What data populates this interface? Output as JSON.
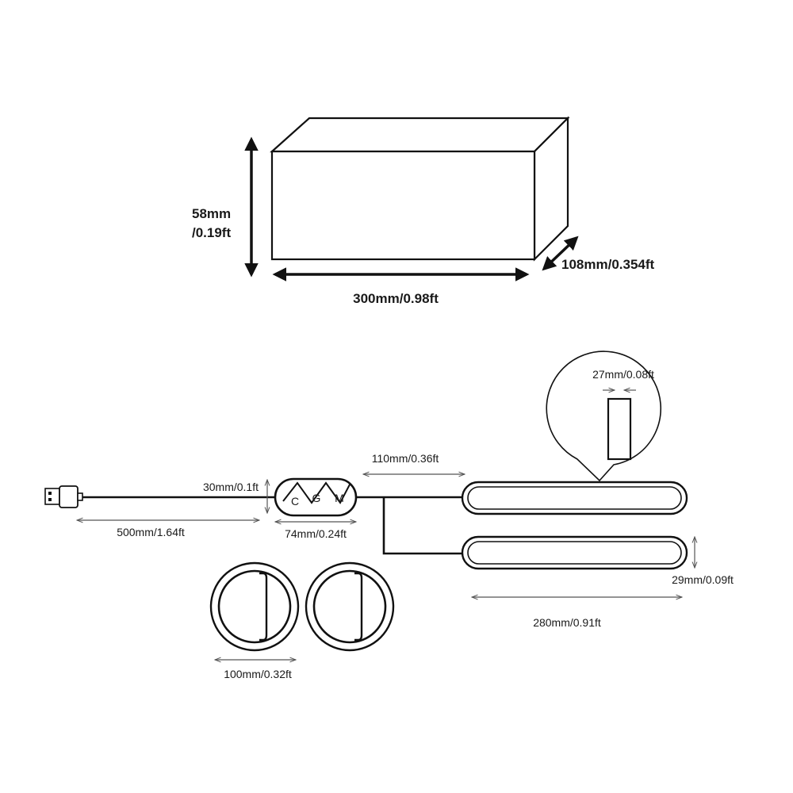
{
  "box": {
    "height_label_line1": "58mm",
    "height_label_line2": "/0.19ft",
    "length_label": "300mm/0.98ft",
    "depth_label": "108mm/0.354ft"
  },
  "cable": {
    "usb_cable_length_label": "500mm/1.64ft",
    "controller_height_label": "30mm/0.1ft",
    "controller_width_label": "74mm/0.24ft",
    "branch_length_label": "110mm/0.36ft"
  },
  "controller": {
    "button_symbols": [
      "C",
      "G",
      "M"
    ]
  },
  "pads": {
    "strip_length_label": "280mm/0.91ft",
    "strip_height_label": "29mm/0.09ft",
    "strip_thickness_label": "27mm/0.08ft",
    "disc_diameter_label": "100mm/0.32ft"
  },
  "colors": {
    "line": "#111111",
    "dim_line": "#555555"
  }
}
